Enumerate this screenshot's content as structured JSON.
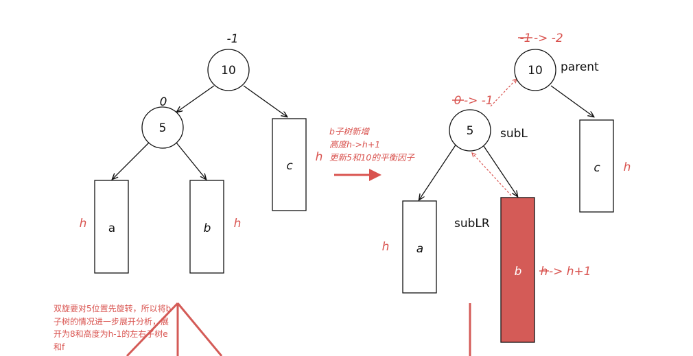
{
  "left": {
    "root": {
      "value": "10",
      "bf": "-1"
    },
    "mid": {
      "value": "5",
      "bf": "0"
    },
    "subtree_a": {
      "label": "a",
      "height": "h"
    },
    "subtree_b": {
      "label": "b",
      "height": "h"
    },
    "subtree_c": {
      "label": "c",
      "height": "h"
    }
  },
  "transition": {
    "lines": [
      "b子树新增",
      "高度h->h+1",
      "更新5和10的平衡因子"
    ]
  },
  "right": {
    "root": {
      "value": "10",
      "bf_old": "-1",
      "bf_new": "-> -2",
      "tag": "parent"
    },
    "mid": {
      "value": "5",
      "bf_old": "0",
      "bf_new": "-> -1",
      "tag": "subL"
    },
    "sublr_tag": "subLR",
    "subtree_a": {
      "label": "a",
      "height": "h"
    },
    "subtree_b": {
      "label": "b",
      "height_old": "h",
      "height_new": "-> h+1",
      "fill": "#d45b57"
    },
    "subtree_c": {
      "label": "c",
      "height": "h"
    }
  },
  "bottom_note": "双旋要对5位置先旋转，所以将b子树的情况进一步展开分析，展开为8和高度为h-1的左右子树e和f",
  "colors": {
    "accent": "#d9534f",
    "ink": "#111111"
  }
}
